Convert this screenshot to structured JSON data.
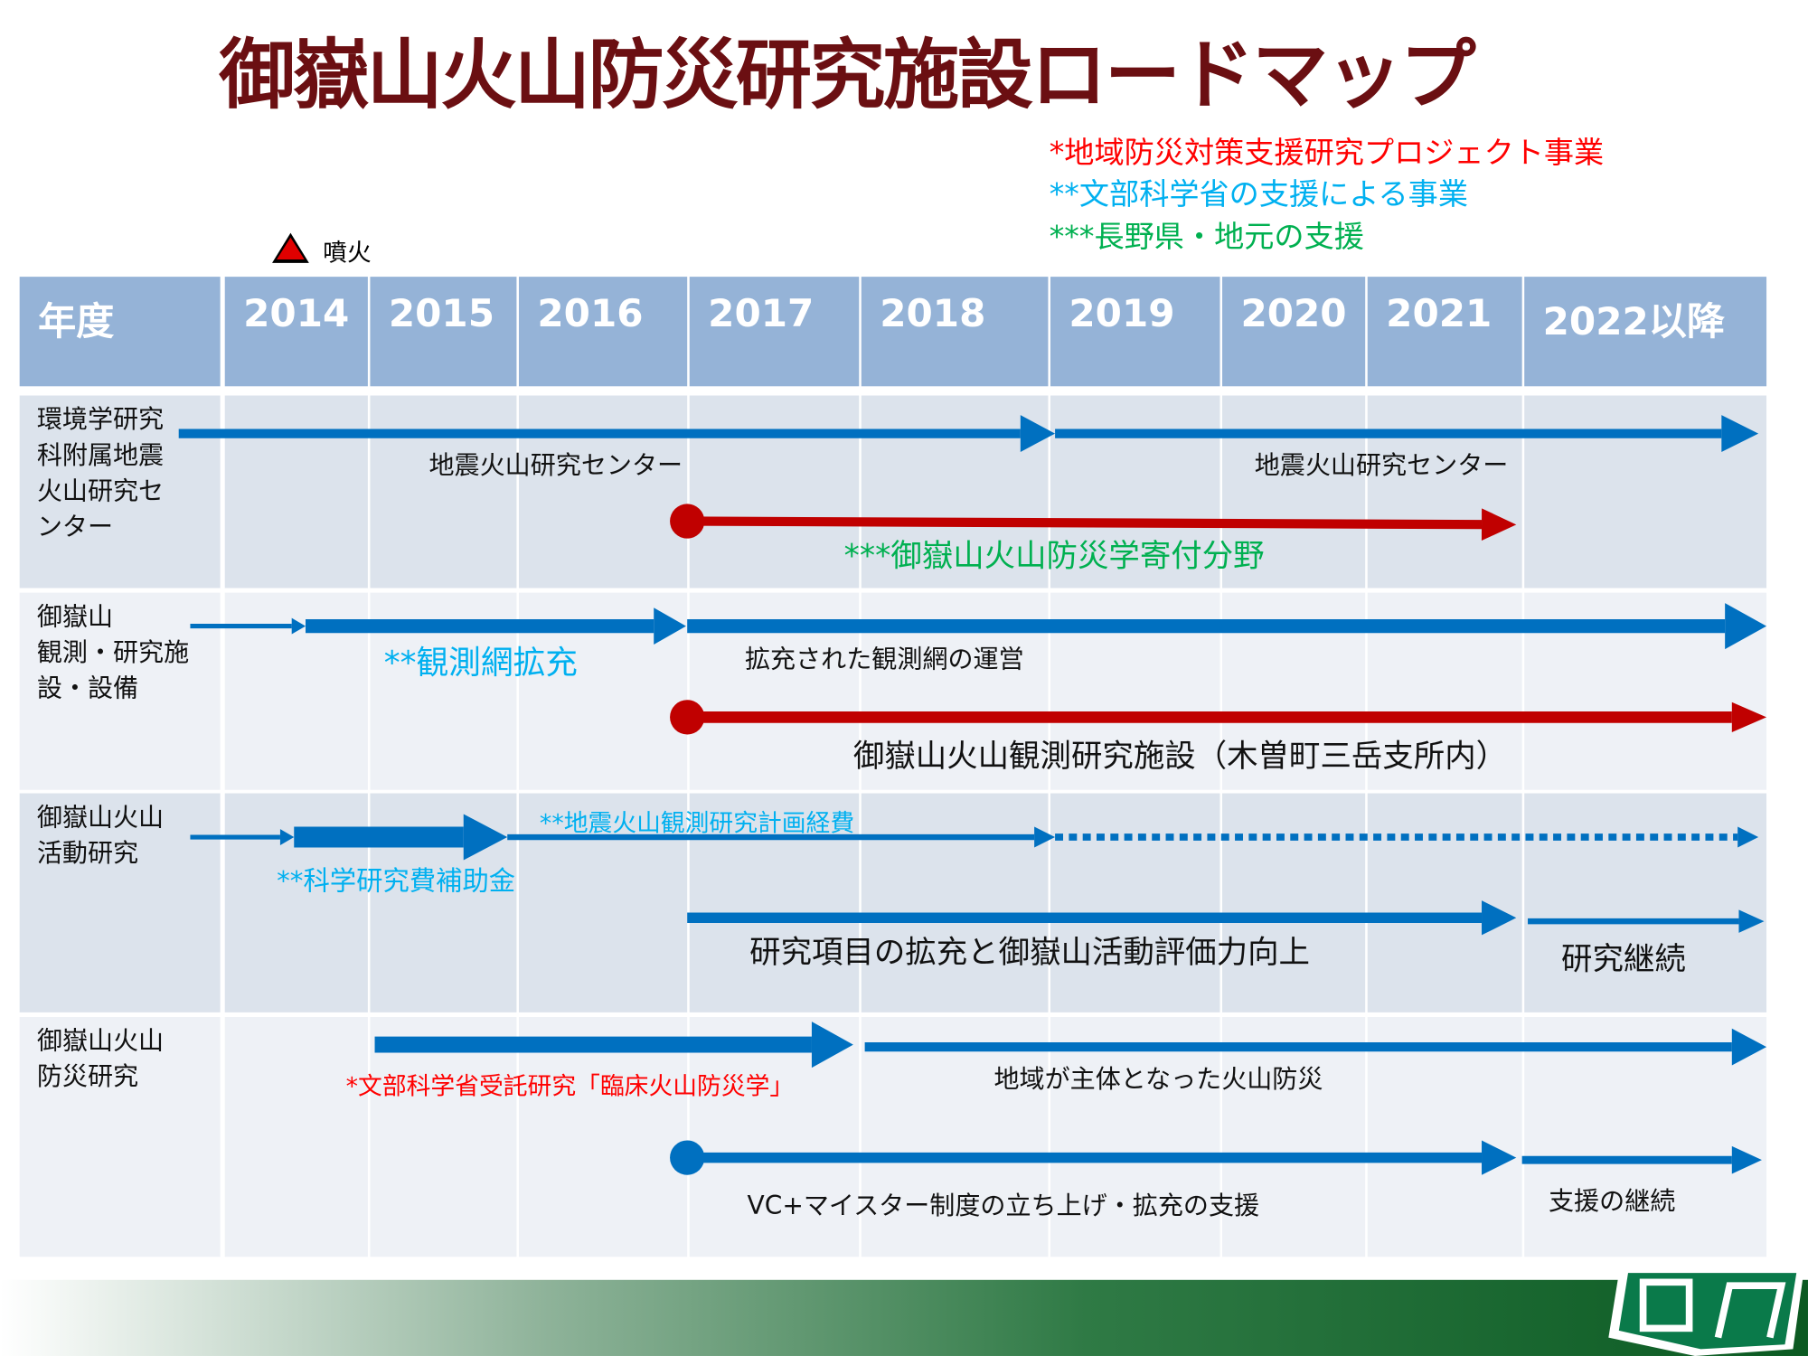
{
  "title": "御嶽山火山防災研究施設ロードマップ",
  "legend": [
    "*地域防災対策支援研究プロジェクト事業",
    "**文部科学省の支援による事業",
    "***長野県・地元の支援"
  ],
  "eruption_label": "噴火",
  "header": {
    "label": "年度",
    "years": [
      "2014",
      "2015",
      "2016",
      "2017",
      "2018",
      "2019",
      "2020",
      "2021",
      "2022以降"
    ]
  },
  "rows": [
    {
      "label": "環境学研究科附属地震火山研究センター",
      "lines": [
        "環境学研究",
        "科附属地震",
        "火山研究セ",
        "ンター"
      ],
      "arrows": [
        "地震火山研究センター",
        "地震火山研究センター",
        "***御嶽山火山防災学寄付分野"
      ]
    },
    {
      "label": "御嶽山観測・研究施設・設備",
      "lines": [
        "御嶽山",
        "観測・研究施",
        "設・設備"
      ],
      "arrows": [
        "**観測網拡充",
        "拡充された観測網の運営",
        "御嶽山火山観測研究施設（木曽町三岳支所内）"
      ]
    },
    {
      "label": "御嶽山火山活動研究",
      "lines": [
        "御嶽山火山",
        "活動研究"
      ],
      "arrows": [
        "**地震火山観測研究計画経費",
        "**科学研究費補助金",
        "研究項目の拡充と御嶽山活動評価力向上",
        "研究継続"
      ]
    },
    {
      "label": "御嶽山火山防災研究",
      "lines": [
        "御嶽山火山",
        "防災研究"
      ],
      "arrows": [
        "*文部科学省受託研究「臨床火山防災学」",
        "地域が主体となった火山防災",
        "VC+マイスター制度の立ち上げ・拡充の支援",
        "支援の継続"
      ]
    }
  ],
  "colors": {
    "header": "#95b3d7",
    "blue": "#0070c0",
    "red": "#c00000",
    "title": "#6b0f12"
  }
}
